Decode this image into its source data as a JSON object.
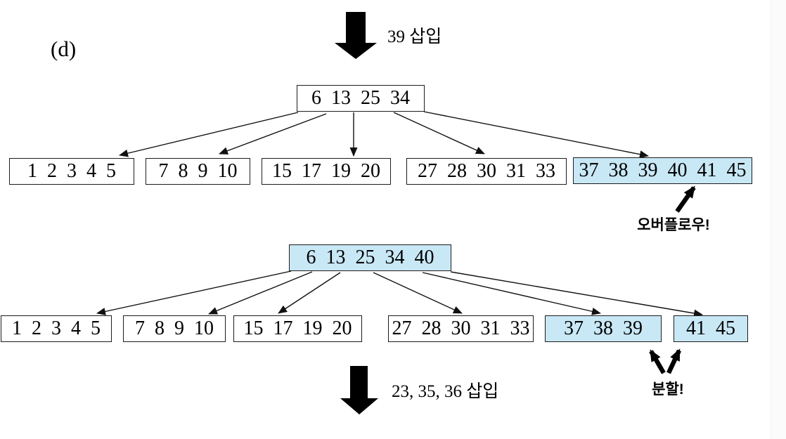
{
  "figure_label": "(d)",
  "annotations": {
    "insert_39": "39 삽입",
    "insert_23_35_36": "23, 35, 36 삽입",
    "overflow": "오버플로우!",
    "split": "분할!"
  },
  "tree_before": {
    "root": {
      "keys": "6 13 25 34",
      "highlighted": false
    },
    "leaves": [
      {
        "keys": "1 2 3 4 5",
        "highlighted": false
      },
      {
        "keys": "7 8 9 10",
        "highlighted": false
      },
      {
        "keys": "15 17 19 20",
        "highlighted": false
      },
      {
        "keys": "27 28 30 31 33",
        "highlighted": false
      },
      {
        "keys": "37 38 39 40 41 45",
        "highlighted": true
      }
    ]
  },
  "tree_after": {
    "root": {
      "keys": "6 13 25 34 40",
      "highlighted": true
    },
    "leaves": [
      {
        "keys": "1 2 3 4 5",
        "highlighted": false
      },
      {
        "keys": "7 8 9 10",
        "highlighted": false
      },
      {
        "keys": "15 17 19 20",
        "highlighted": false
      },
      {
        "keys": "27 28 30 31 33",
        "highlighted": false
      },
      {
        "keys": "37 38 39",
        "highlighted": true
      },
      {
        "keys": "41 45",
        "highlighted": true
      }
    ]
  },
  "colors": {
    "highlight_fill": "#c9e8f6",
    "box_border": "#1c1c1c",
    "arrow": "#000000",
    "page_edge_band": "#fbfbfb"
  }
}
